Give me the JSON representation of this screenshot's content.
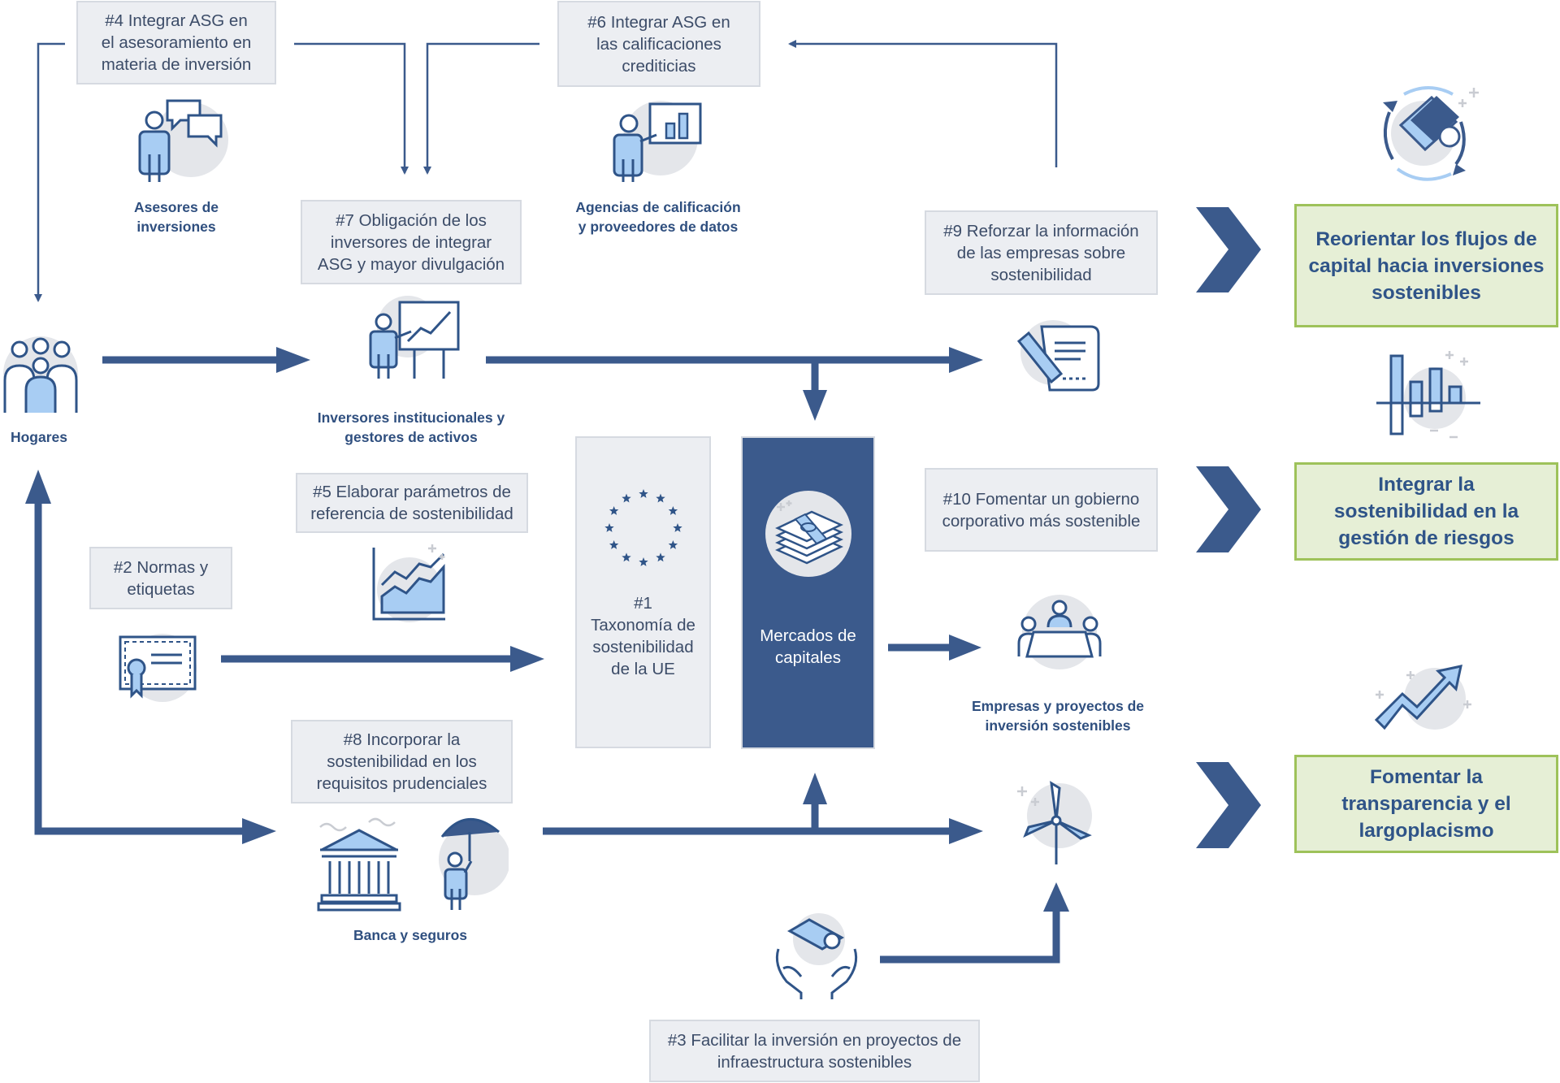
{
  "actions": {
    "a4": "#4 Integrar ASG en\nel asesoramiento en\nmateria de inversión",
    "a6": "#6 Integrar ASG en\nlas calificaciones\ncrediticias",
    "a7": "#7 Obligación de los\ninversores de integrar\nASG y mayor divulgación",
    "a9": "#9 Reforzar la información\nde las empresas sobre\nsostenibilidad",
    "a5": "#5 Elaborar parámetros de\nreferencia de sostenibilidad",
    "a10": "#10 Fomentar un gobierno\ncorporativo más sostenible",
    "a2": "#2 Normas y\netiquetas",
    "a8": "#8 Incorporar la\nsostenibilidad en los\nrequisitos prudenciales",
    "a3": "#3 Facilitar la inversión en proyectos de\ninfraestructura sostenibles"
  },
  "taxonomy": "#1\nTaxonomía de\nsostenibilidad\nde la UE",
  "market": "Mercados de\ncapitales",
  "actors": {
    "advisors": "Asesores de\ninversiones",
    "agencies": "Agencias de calificación\ny proveedores de datos",
    "institutional": "Inversores institucionales y\ngestores de activos",
    "households": "Hogares",
    "companies": "Empresas y proyectos de\ninversión sostenibles",
    "banks": "Banca y seguros"
  },
  "goals": {
    "g1": "Reorientar los flujos de\ncapital hacia inversiones\nsostenibles",
    "g2": "Integrar la\nsostenibilidad en la\ngestión de riesgos",
    "g3": "Fomentar la\ntransparencia y el\nlargoplacismo"
  },
  "colors": {
    "arrow": "#3b5a8c",
    "box_fill": "#eceef2",
    "goal_fill": "#e6efd6",
    "goal_border": "#9ec25a",
    "icon_light": "#a8cdf3",
    "circle_bg": "#e4e6ea"
  }
}
